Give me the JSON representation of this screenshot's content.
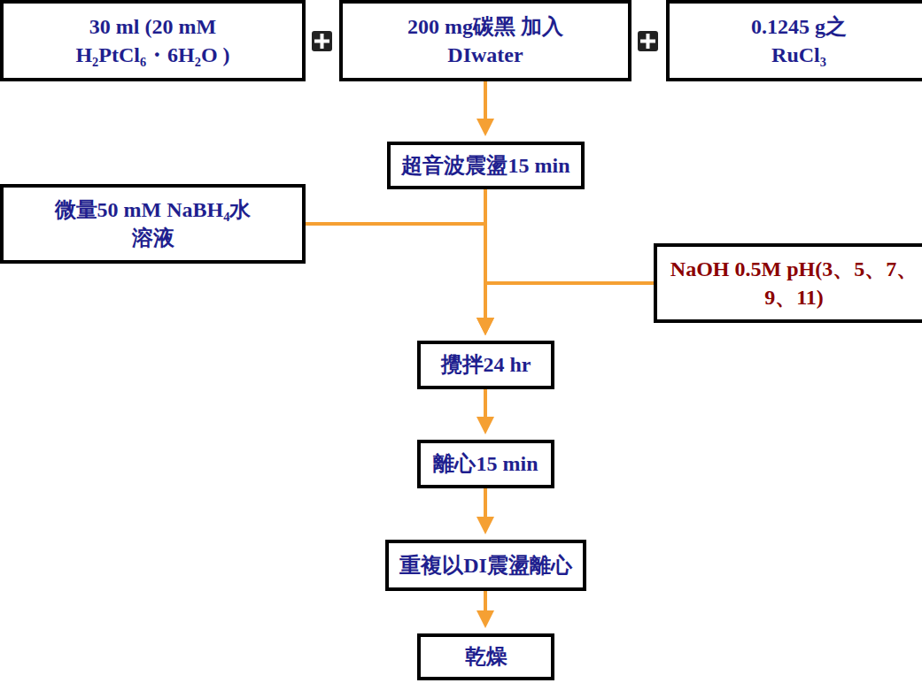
{
  "diagram": {
    "nodes": [
      {
        "text": [
          "30 ml (20 mM H₂PtCl₆・6H₂O )"
        ]
      },
      {
        "text": [
          "200 mg碳黑 加入DIwater"
        ]
      },
      {
        "text": [
          "0.1245 g之 RuCl₃"
        ]
      },
      {
        "text": [
          "超音波震盪15 min"
        ]
      },
      {
        "text": [
          "微量50 mM NaBH₄水溶液"
        ]
      },
      {
        "text": [
          "NaOH 0.5M pH(3、5、7、9、11)"
        ]
      },
      {
        "text": [
          "攪拌24 hr"
        ]
      },
      {
        "text": [
          "離心15 min"
        ]
      },
      {
        "text": [
          "重複以DI震盪離心"
        ]
      },
      {
        "text": [
          "乾燥"
        ]
      }
    ],
    "edges": [
      {
        "from": 1,
        "to": 3,
        "arrow": "to"
      },
      {
        "from": 3,
        "to": 6,
        "arrow": "to"
      },
      {
        "from": 4,
        "to": 6,
        "arrow": "to"
      },
      {
        "from": 5,
        "to": 6,
        "arrow": "to"
      },
      {
        "from": 6,
        "to": 7,
        "arrow": "to"
      },
      {
        "from": 7,
        "to": 8,
        "arrow": "to"
      },
      {
        "from": 8,
        "to": 9,
        "arrow": "to"
      }
    ]
  }
}
